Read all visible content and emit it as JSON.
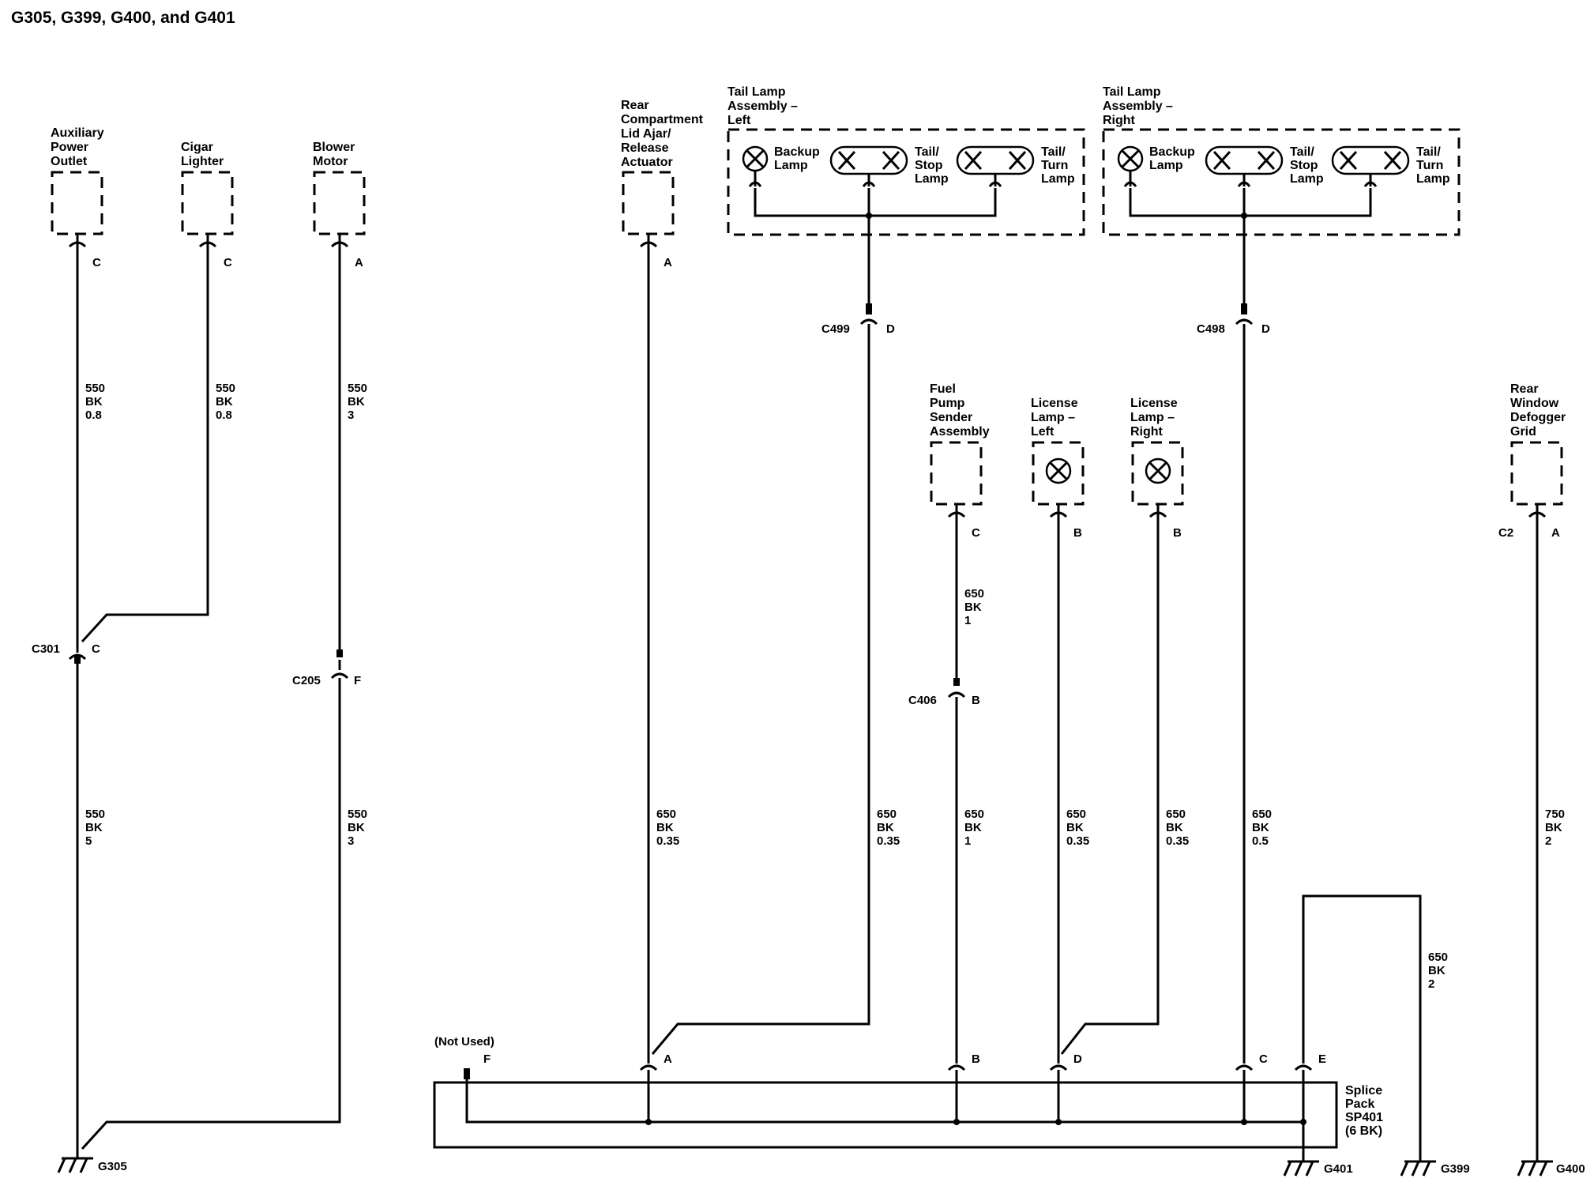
{
  "title": "G305, G399, G400, and G401",
  "components": {
    "aux_outlet": [
      "Auxiliary",
      "Power",
      "Outlet"
    ],
    "cigar": [
      "Cigar",
      "Lighter"
    ],
    "blower": [
      "Blower",
      "Motor"
    ],
    "rear_comp": [
      "Rear",
      "Compartment",
      "Lid Ajar/",
      "Release",
      "Actuator"
    ],
    "tail_left": [
      "Tail Lamp",
      "Assembly –",
      "Left"
    ],
    "tail_right": [
      "Tail Lamp",
      "Assembly –",
      "Right"
    ],
    "backup": [
      "Backup",
      "Lamp"
    ],
    "tail_stop": [
      "Tail/",
      "Stop",
      "Lamp"
    ],
    "tail_turn": [
      "Tail/",
      "Turn",
      "Lamp"
    ],
    "fuel_pump": [
      "Fuel",
      "Pump",
      "Sender",
      "Assembly"
    ],
    "license_left": [
      "License",
      "Lamp –",
      "Left"
    ],
    "license_right": [
      "License",
      "Lamp –",
      "Right"
    ],
    "rear_defog": [
      "Rear",
      "Window",
      "Defogger",
      "Grid"
    ],
    "splice": [
      "Splice",
      "Pack",
      "SP401",
      "(6 BK)"
    ],
    "not_used": "(Not Used)"
  },
  "connectors": {
    "C301": "C301",
    "C205": "C205",
    "C499": "C499",
    "C498": "C498",
    "C406": "C406",
    "C2": "C2"
  },
  "pins": {
    "aux": "C",
    "cigar": "C",
    "blower": "A",
    "rear_comp": "A",
    "c301": "C",
    "c205": "F",
    "c499": "D",
    "c498": "D",
    "c406": "B",
    "fuel": "C",
    "lic_l": "B",
    "lic_r": "B",
    "defog": "A",
    "sp_f": "F",
    "sp_a": "A",
    "sp_b": "B",
    "sp_d": "D",
    "sp_c": "C",
    "sp_e": "E"
  },
  "wires": {
    "aux_top": [
      "550",
      "BK",
      "0.8"
    ],
    "cigar_top": [
      "550",
      "BK",
      "0.8"
    ],
    "blower_top": [
      "550",
      "BK",
      "3"
    ],
    "aux_bot": [
      "550",
      "BK",
      "5"
    ],
    "blower_bot": [
      "550",
      "BK",
      "3"
    ],
    "rear_comp": [
      "650",
      "BK",
      "0.35"
    ],
    "tail_left": [
      "650",
      "BK",
      "0.35"
    ],
    "fuel_top": [
      "650",
      "BK",
      "1"
    ],
    "fuel_bot": [
      "650",
      "BK",
      "1"
    ],
    "lic_left": [
      "650",
      "BK",
      "0.35"
    ],
    "lic_right": [
      "650",
      "BK",
      "0.35"
    ],
    "tail_right": [
      "650",
      "BK",
      "0.5"
    ],
    "g399": [
      "650",
      "BK",
      "2"
    ],
    "defog": [
      "750",
      "BK",
      "2"
    ]
  },
  "grounds": {
    "g305": "G305",
    "g401": "G401",
    "g399": "G399",
    "g400": "G400"
  }
}
